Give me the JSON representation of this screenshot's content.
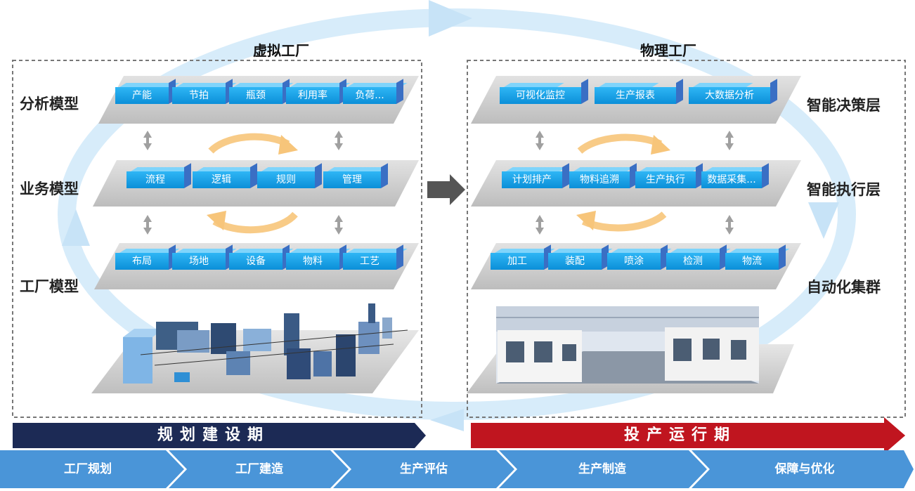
{
  "virtual_factory": {
    "title": "虚拟工厂",
    "layers": [
      "分析模型",
      "业务模型",
      "工厂模型"
    ],
    "analysis_tiles": [
      "产能",
      "节拍",
      "瓶颈",
      "利用率",
      "负荷..."
    ],
    "business_tiles": [
      "流程",
      "逻辑",
      "规则",
      "管理"
    ],
    "factory_tiles": [
      "布局",
      "场地",
      "设备",
      "物料",
      "工艺"
    ]
  },
  "physical_factory": {
    "title": "物理工厂",
    "layers": [
      "智能决策层",
      "智能执行层",
      "自动化集群"
    ],
    "decision_tiles": [
      "可视化监控",
      "生产报表",
      "大数据分析"
    ],
    "execution_tiles": [
      "计划排产",
      "物料追溯",
      "生产执行",
      "数据采集..."
    ],
    "cluster_tiles": [
      "加工",
      "装配",
      "喷涂",
      "检测",
      "物流"
    ]
  },
  "phases": {
    "planning": "规划建设期",
    "operation": "投产运行期"
  },
  "flow_steps": [
    "工厂规划",
    "工厂建造",
    "生产评估",
    "生产制造",
    "保障与优化"
  ],
  "colors": {
    "tile": "#1aa3ea",
    "planning_band": "#1c2a55",
    "operation_band": "#c0151f",
    "flow": "#4a95d8",
    "plate": "#c9c9c9"
  }
}
